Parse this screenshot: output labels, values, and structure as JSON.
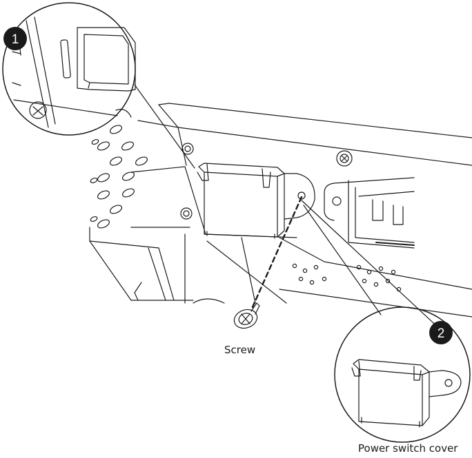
{
  "callouts": [
    {
      "number": "1"
    },
    {
      "number": "2"
    }
  ],
  "labels": {
    "screw": "Screw",
    "power_switch_cover": "Power switch cover"
  },
  "colors": {
    "line": "#1a1a1a",
    "badge": "#1a1a1a",
    "badge_text": "#ffffff",
    "background": "#ffffff"
  }
}
